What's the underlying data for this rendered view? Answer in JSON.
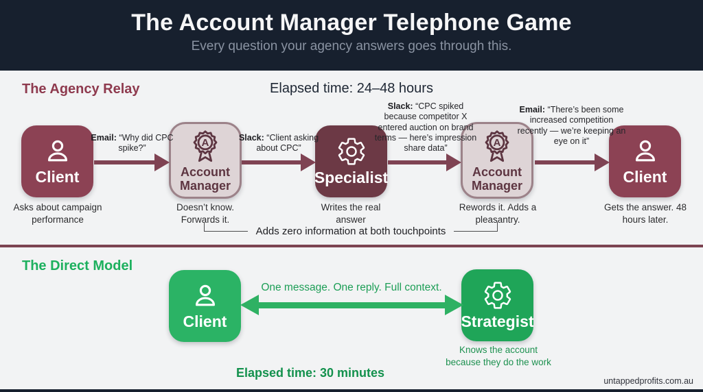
{
  "header": {
    "title": "The Account Manager Telephone Game",
    "subtitle": "Every question your agency answers goes through this."
  },
  "agency_relay": {
    "heading": "The Agency Relay",
    "elapsed_time": "Elapsed time: 24–48 hours",
    "nodes": [
      {
        "label": "Client",
        "icon": "person-icon",
        "caption": "Asks about campaign performance"
      },
      {
        "label": "Account Manager",
        "icon": "award-badge-icon",
        "caption": "Doesn’t know. Forwards it."
      },
      {
        "label": "Specialist",
        "icon": "gear-icon",
        "caption": "Writes the real answer"
      },
      {
        "label": "Account Manager",
        "icon": "award-badge-icon",
        "caption": "Rewords it. Adds a pleasantry."
      },
      {
        "label": "Client",
        "icon": "person-icon",
        "caption": "Gets the answer. 48 hours later."
      }
    ],
    "messages": [
      {
        "channel": "Email:",
        "quote": "“Why did CPC spike?”"
      },
      {
        "channel": "Slack:",
        "quote": "“Client asking about CPC”"
      },
      {
        "channel": "Slack:",
        "quote": "“CPC spiked because competitor X entered auction on brand terms — here’s impression share data”"
      },
      {
        "channel": "Email:",
        "quote": "“There’s been some increased competition recently — we’re keeping an eye on it”"
      }
    ],
    "bracket_note": "Adds zero information at both touchpoints"
  },
  "direct_model": {
    "heading": "The Direct Model",
    "client": {
      "label": "Client",
      "icon": "person-icon"
    },
    "strategist": {
      "label": "Strategist",
      "icon": "gear-icon",
      "caption": "Knows the account because they do the work"
    },
    "arrow_text": "One message. One reply. Full context.",
    "elapsed_time": "Elapsed time: 30 minutes"
  },
  "footer": {
    "website": "untappedprofits.com.au"
  },
  "colors": {
    "header_bg": "#17202e",
    "relay_accent": "#8e3a4e",
    "client_node": "#8c4254",
    "specialist_node": "#6c3945",
    "account_manager_fill": "#ded4d6",
    "account_manager_border": "#9c8289",
    "arrow_maroon": "#7f4353",
    "divider": "#7c4351",
    "direct_accent": "#1db05e",
    "client_green": "#2bb365",
    "strategist_green": "#1fa558",
    "arrow_green": "#2fb163"
  }
}
